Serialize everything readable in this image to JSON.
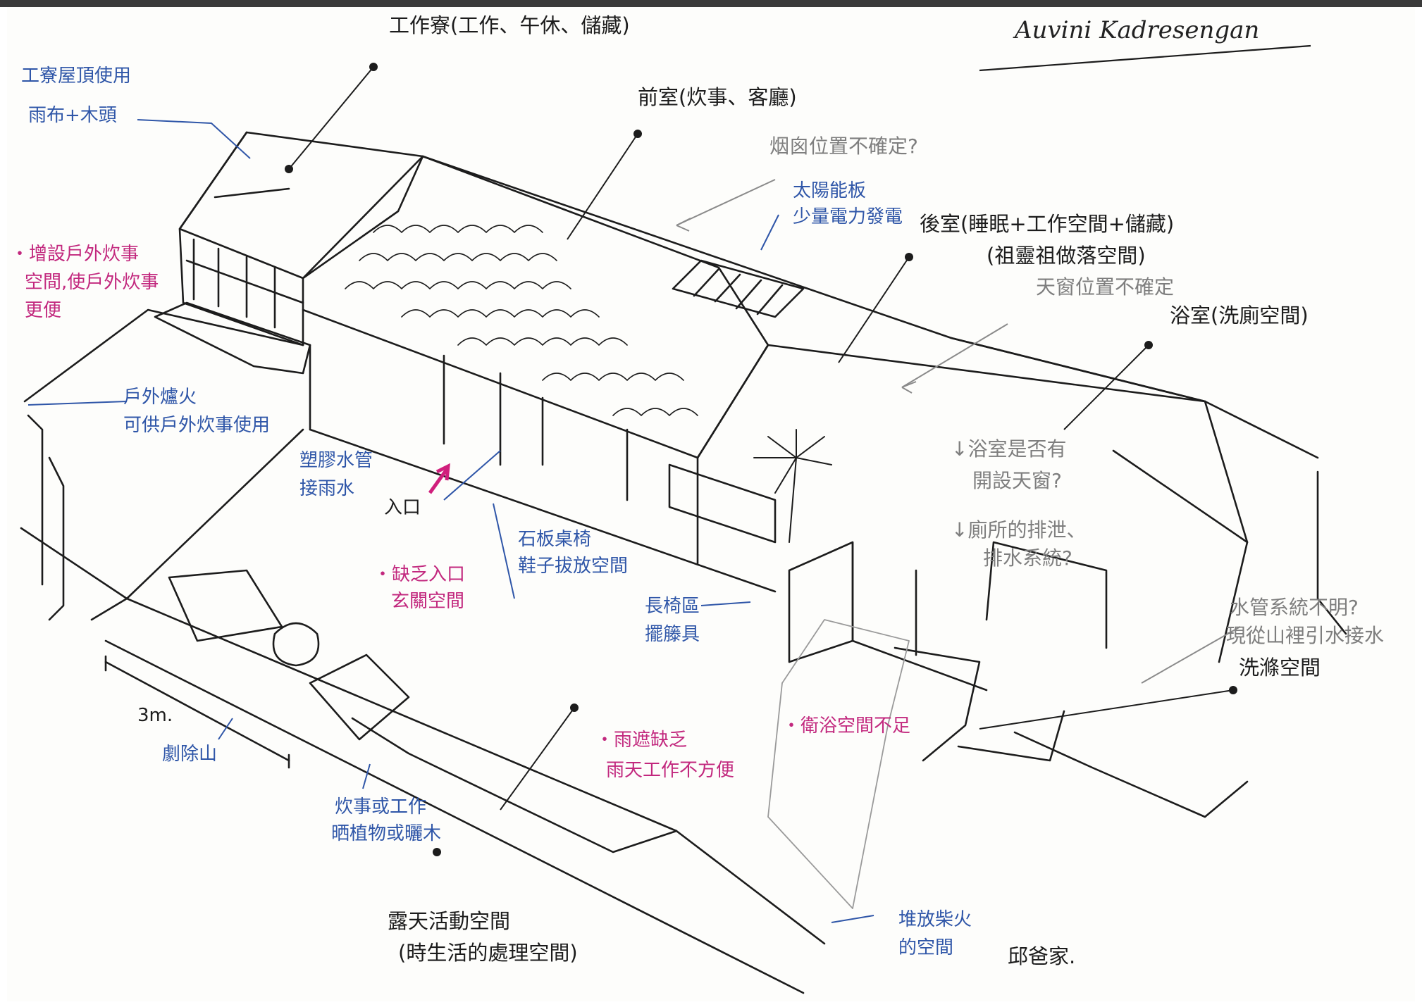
{
  "author": "Auvini Kadresengan",
  "labels": {
    "workshop": "工作寮(工作、午休、儲藏)",
    "workshop_roof": "工寮屋頂使用",
    "workshop_roof_2": "雨布+木頭",
    "front_room": "前室(炊事、客廳)",
    "chimney": "烟囪位置不確定?",
    "solar": "太陽能板",
    "solar_2": "少量電力發電",
    "back_room": "後室(睡眠+工作空間+儲藏)",
    "back_room_2": "(祖靈祖做落空間)",
    "skylight": "天窗位置不確定",
    "bathroom": "浴室(洗廁空間)",
    "outdoor_cook_note": "・增設戶外炊事",
    "outdoor_cook_note_2": "空間,使戶外炊事",
    "outdoor_cook_note_3": "更便",
    "outdoor_stove": "戶外爐火",
    "outdoor_stove_2": "可供戶外炊事使用",
    "pipe": "塑膠水管",
    "pipe_2": "接雨水",
    "entrance": "入口",
    "stone_bench": "石板桌椅",
    "stone_bench_2": "鞋子拔放空間",
    "no_foyer": "・缺乏入口",
    "no_foyer_2": "玄關空間",
    "bench": "長椅區",
    "bench_2": "擺籐具",
    "bath_window": "↓浴室是否有",
    "bath_window_2": "開設天窗?",
    "toilet": "↓廁所的排泄、",
    "toilet_2": "排水系統?",
    "water": "水管系統不明?",
    "water_2": "現從山裡引水接水",
    "wash": "洗滌空間",
    "scale": "3m.",
    "theatre": "劇除山",
    "no_rain_cover": "・雨遮缺乏",
    "no_rain_cover_2": "雨天工作不方便",
    "no_bath_space": "・衛浴空間不足",
    "cook_or_work": "炊事或工作",
    "cook_or_work_2": "晒植物或曬木",
    "courtyard": "露天活動空間",
    "courtyard_2": "(時生活的處理空間)",
    "firewood": "堆放柴火",
    "firewood_2": "的空間",
    "title": "邱爸家."
  },
  "colors": {
    "ink": "#1c1c1c",
    "blue_note": "#2f56a8",
    "magenta_note": "#c2287e",
    "pencil": "#7e7e7e",
    "accent_arrow": "#d01f7c"
  }
}
